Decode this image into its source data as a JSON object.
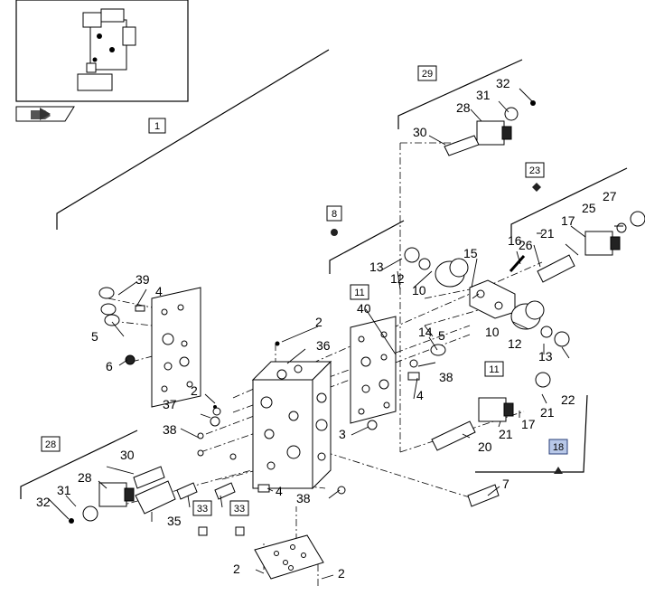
{
  "callouts": {
    "c1": "1",
    "c2a": "2",
    "c2b": "2",
    "c2c": "2",
    "c2d": "2",
    "c3": "3",
    "c4a": "4",
    "c4b": "4",
    "c4c": "4",
    "c5a": "5",
    "c5b": "5",
    "c6": "6",
    "c7": "7",
    "c8": "8",
    "c10a": "10",
    "c10b": "10",
    "c11a": "11",
    "c11b": "11",
    "c12a": "12",
    "c12b": "12",
    "c13a": "13",
    "c13b": "13",
    "c14": "14",
    "c15": "15",
    "c16": "16",
    "c17a": "17",
    "c17b": "17",
    "c18": "18",
    "c20": "20",
    "c21a": "21",
    "c21b": "21",
    "c21c": "21",
    "c22": "22",
    "c23": "23",
    "c25": "25",
    "c26": "26",
    "c27": "27",
    "c28a": "28",
    "c28b": "28",
    "c29": "29",
    "c30a": "30",
    "c30b": "30",
    "c31a": "31",
    "c31b": "31",
    "c32a": "32",
    "c32b": "32",
    "c33a": "33",
    "c33b": "33",
    "c35": "35",
    "c36": "36",
    "c37": "37",
    "c38a": "38",
    "c38b": "38",
    "c38c": "38",
    "c39": "39",
    "c40": "40"
  },
  "icons": {
    "inset_nav": "book-arrow-icon",
    "marker_18": "triangle-icon",
    "marker_23": "diamond-icon",
    "marker_8": "circle-icon",
    "marker_33": "square-icon"
  },
  "colors": {
    "highlight_fill": "#b8c8e8",
    "highlight_stroke": "#2a3f7a"
  }
}
